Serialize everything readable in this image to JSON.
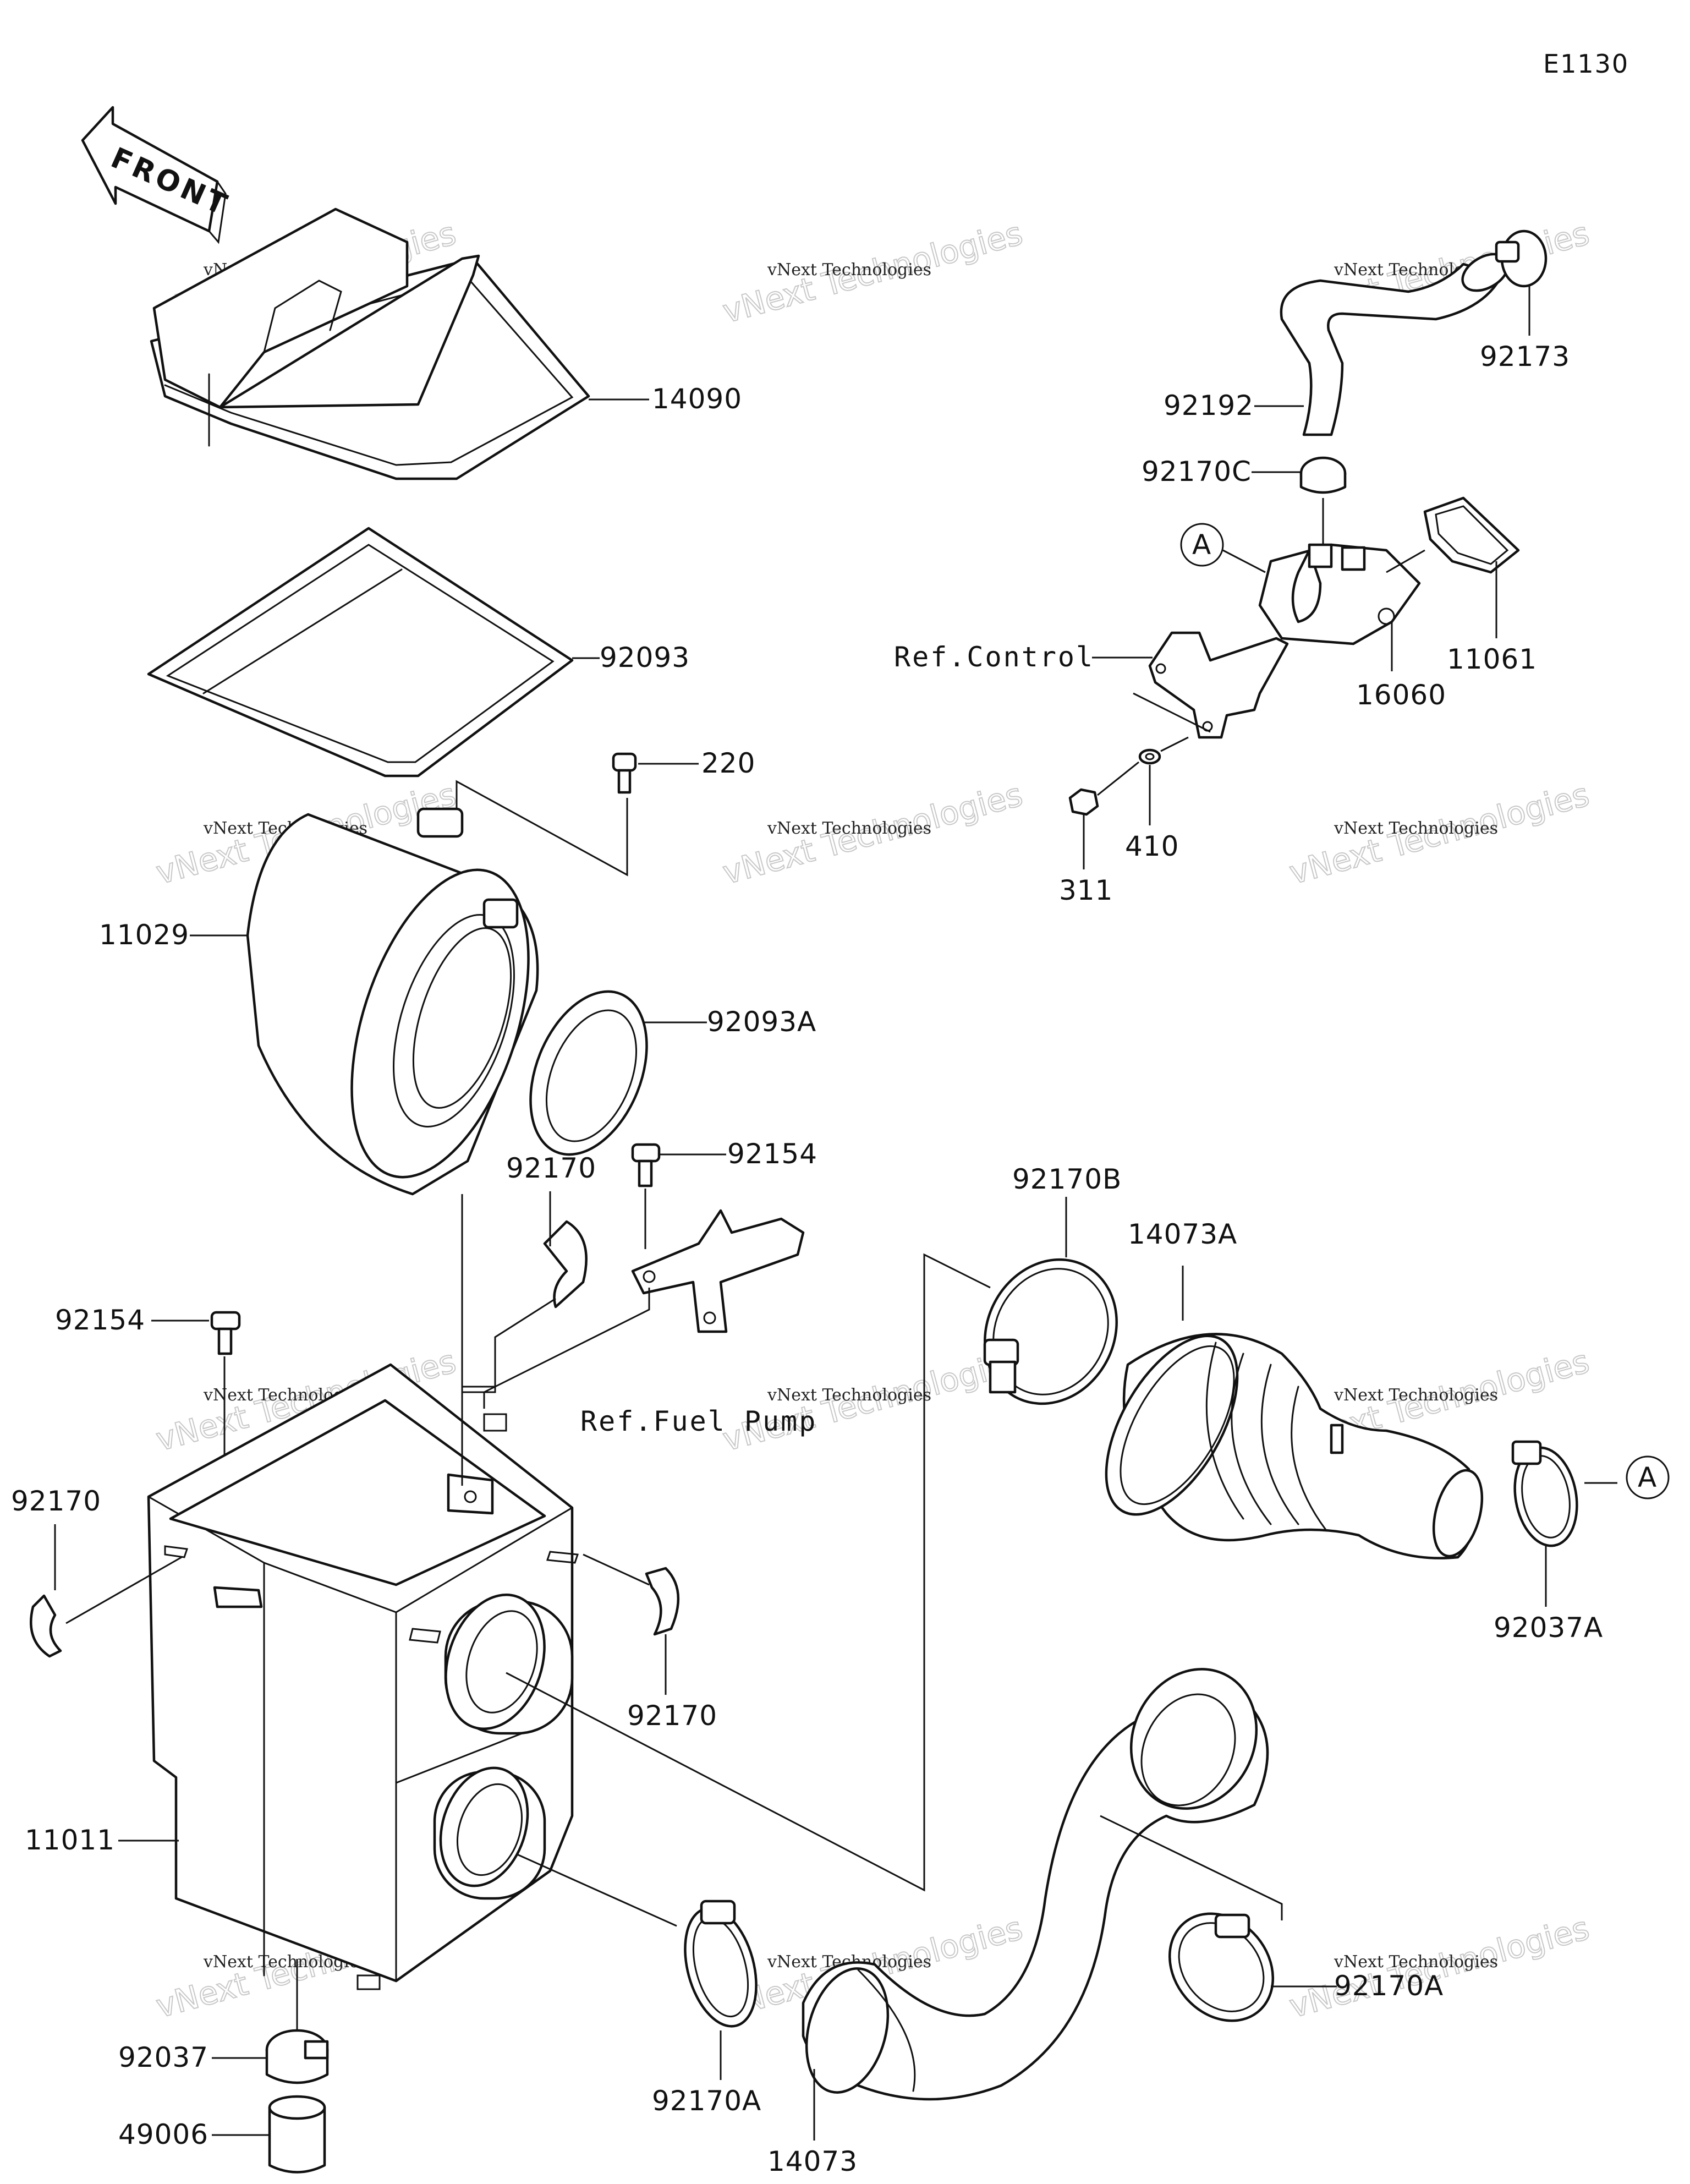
{
  "diagram_code": "E1130",
  "front_label": "FRONT",
  "watermark": {
    "line1": "vNext Technologies",
    "line2": "vNext Technologies"
  },
  "callouts": {
    "c14090": "14090",
    "c92093": "92093",
    "c220": "220",
    "c11029": "11029",
    "c92093A": "92093A",
    "c92170_top": "92170",
    "c92154_top": "92154",
    "c92154_left": "92154",
    "c92170_left": "92170",
    "c92170_right": "92170",
    "c11011": "11011",
    "c92037": "92037",
    "c49006": "49006",
    "c92170A_bottom": "92170A",
    "c14073": "14073",
    "c92170A_right": "92170A",
    "c92170B": "92170B",
    "c14073A": "14073A",
    "c92037A": "92037A",
    "c92192": "92192",
    "c92173": "92173",
    "c92170C": "92170C",
    "c11061": "11061",
    "c16060": "16060",
    "c410": "410",
    "c311": "311"
  },
  "refs": {
    "control": "Ref.Control",
    "fuel_pump": "Ref.Fuel Pump"
  },
  "markers": {
    "a_top": "A",
    "a_right": "A"
  }
}
